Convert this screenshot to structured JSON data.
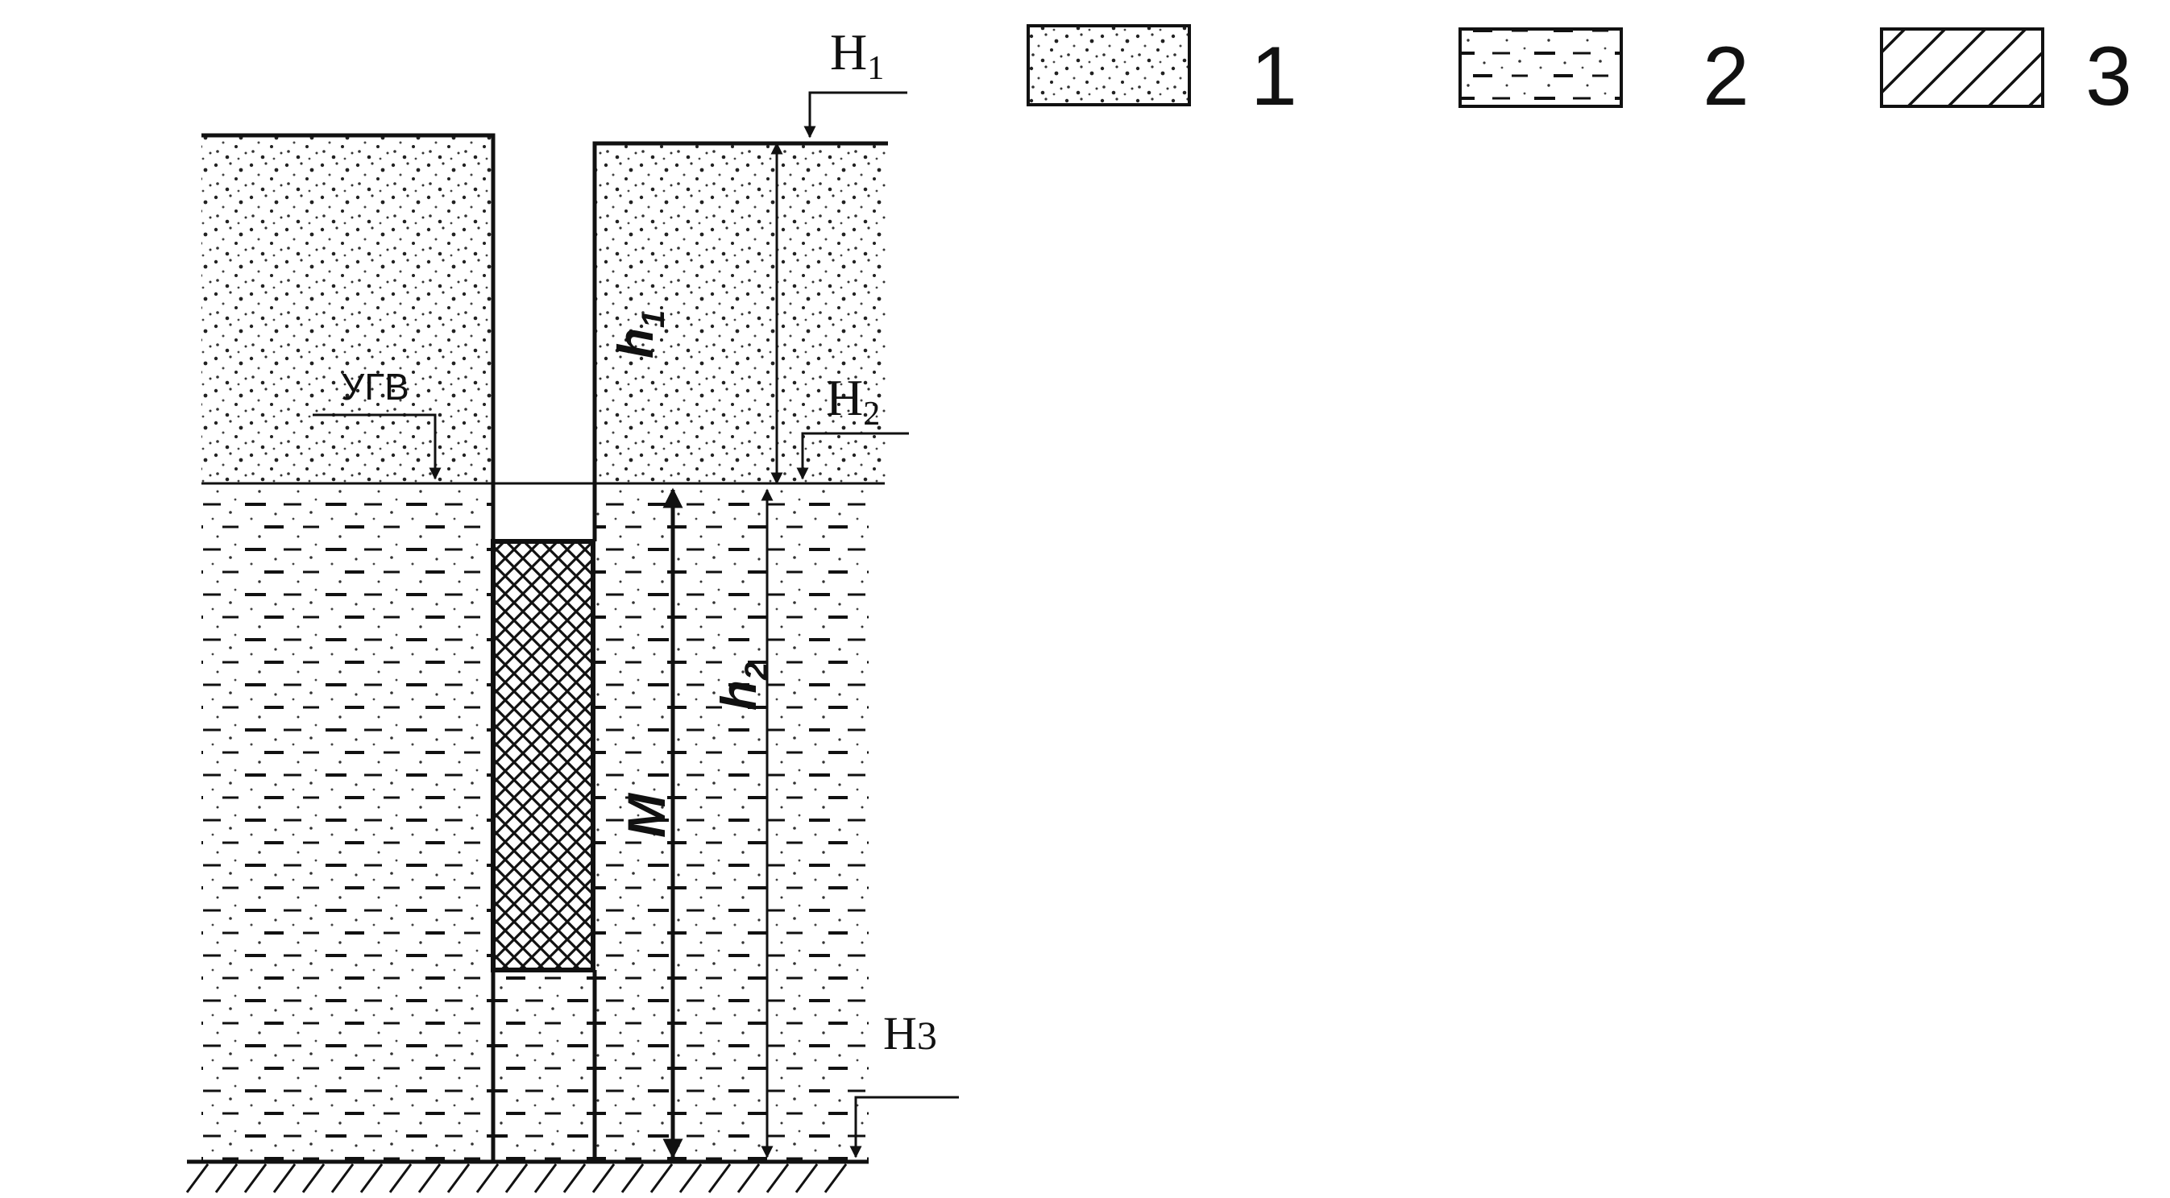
{
  "diagram": {
    "levels": {
      "h1_level": {
        "label": "H",
        "sub": "1"
      },
      "h2_level": {
        "label": "H",
        "sub": "2"
      },
      "h3_level": {
        "label": "H",
        "sub": "3"
      }
    },
    "groundwater_label": "УГВ",
    "dimensions": {
      "h1": {
        "label": "h",
        "sub": "1"
      },
      "h2": {
        "label": "h",
        "sub": "2"
      },
      "m": {
        "label": "M"
      }
    }
  },
  "legend": [
    {
      "id": "1",
      "label": "1",
      "pattern": "sand"
    },
    {
      "id": "2",
      "label": "2",
      "pattern": "loam"
    },
    {
      "id": "3",
      "label": "3",
      "pattern": "hatch"
    }
  ],
  "colors": {
    "ink": "#111111",
    "paper": "#ffffff"
  }
}
